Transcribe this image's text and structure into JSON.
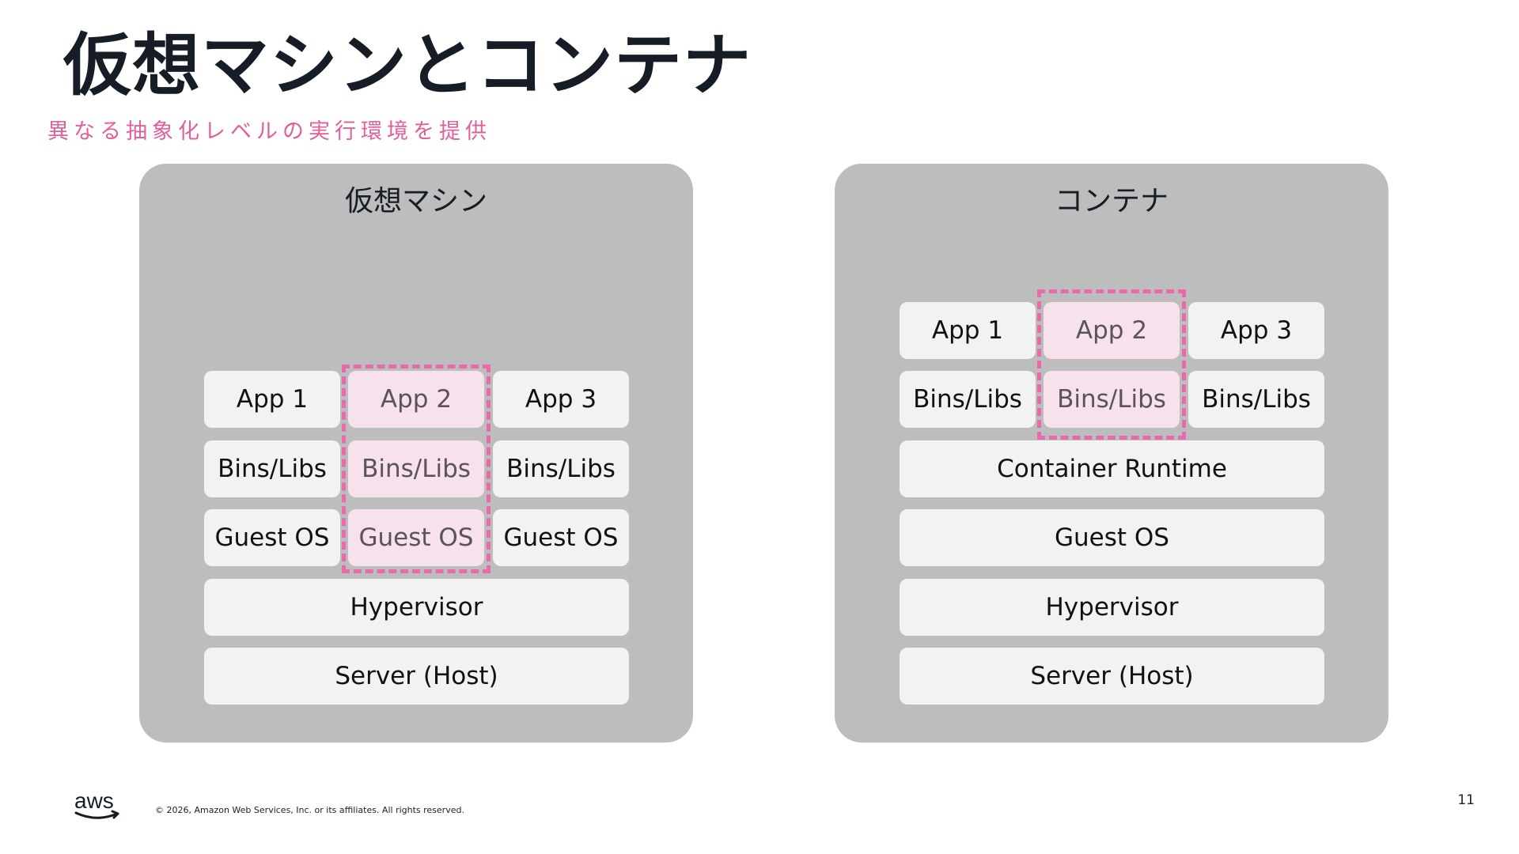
{
  "slide": {
    "title": "仮想マシンとコンテナ",
    "subtitle": "異なる抽象化レベルの実行環境を提供",
    "page_number": "11",
    "copyright": "© 2026, Amazon Web Services, Inc. or its affiliates. All rights reserved.",
    "logo_text": "aws"
  },
  "vm_panel": {
    "title": "仮想マシン",
    "apps": [
      "App 1",
      "App 2",
      "App 3"
    ],
    "bins": [
      "Bins/Libs",
      "Bins/Libs",
      "Bins/Libs"
    ],
    "guest_os": [
      "Guest OS",
      "Guest OS",
      "Guest OS"
    ],
    "hypervisor": "Hypervisor",
    "server": "Server (Host)"
  },
  "container_panel": {
    "title": "コンテナ",
    "apps": [
      "App 1",
      "App 2",
      "App 3"
    ],
    "bins": [
      "Bins/Libs",
      "Bins/Libs",
      "Bins/Libs"
    ],
    "runtime": "Container Runtime",
    "guest_os": "Guest OS",
    "hypervisor": "Hypervisor",
    "server": "Server (Host)"
  },
  "colors": {
    "accent": "#e96aab",
    "title": "#161d26",
    "panel": "#bdbdbd",
    "box": "#f2f2f2",
    "highlight_box": "#f7e1ec"
  }
}
